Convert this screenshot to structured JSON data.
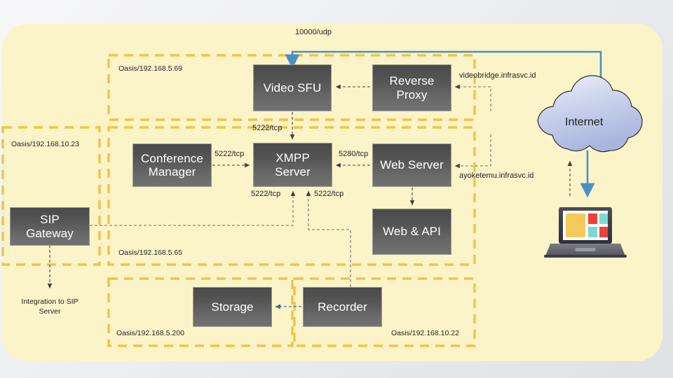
{
  "diagram": {
    "title": "Network architecture diagram",
    "canvas_bg": "#faf4c8",
    "zone_color": "#f5c242",
    "node_color": "#5c5c5c",
    "wan_color": "#4a90c4",
    "cloud_color": "#c3cbe8"
  },
  "zones": [
    {
      "id": "z-sfu",
      "label": "Oasis/192.168.5.69"
    },
    {
      "id": "z-core",
      "label": "Oasis/192.168.5.65"
    },
    {
      "id": "z-sip",
      "label": "Oasis/192.168.10.23"
    },
    {
      "id": "z-storage",
      "label": "Oasis/192.168.5.200"
    },
    {
      "id": "z-recorder",
      "label": "Oasis/192.168.10.22"
    }
  ],
  "nodes": [
    {
      "id": "video-sfu",
      "label": "Video SFU"
    },
    {
      "id": "reverse-proxy",
      "label": "Reverse\nProxy"
    },
    {
      "id": "conference-manager",
      "label": "Conference\nManager"
    },
    {
      "id": "xmpp-server",
      "label": "XMPP\nServer"
    },
    {
      "id": "web-server",
      "label": "Web Server"
    },
    {
      "id": "web-api",
      "label": "Web & API"
    },
    {
      "id": "sip-gateway",
      "label": "SIP\nGateway"
    },
    {
      "id": "storage",
      "label": "Storage"
    },
    {
      "id": "recorder",
      "label": "Recorder"
    }
  ],
  "cloud": {
    "label": "Internet"
  },
  "endpoint": {
    "label": "client-laptop"
  },
  "port_labels": {
    "wan_udp": "10000/udp",
    "sfu_xmpp": "5222/tcp",
    "conf_xmpp": "5222/tcp",
    "web_xmpp": "5280/tcp",
    "sip_xmpp": "5222/tcp",
    "rec_xmpp": "5222/tcp"
  },
  "domain_labels": {
    "videobridge": "videobridge.infrasvc.id",
    "ayoketemu": "ayoketemu.infrasvc.id"
  },
  "notes": {
    "sip_integration": "Integration to SIP\nServer"
  }
}
